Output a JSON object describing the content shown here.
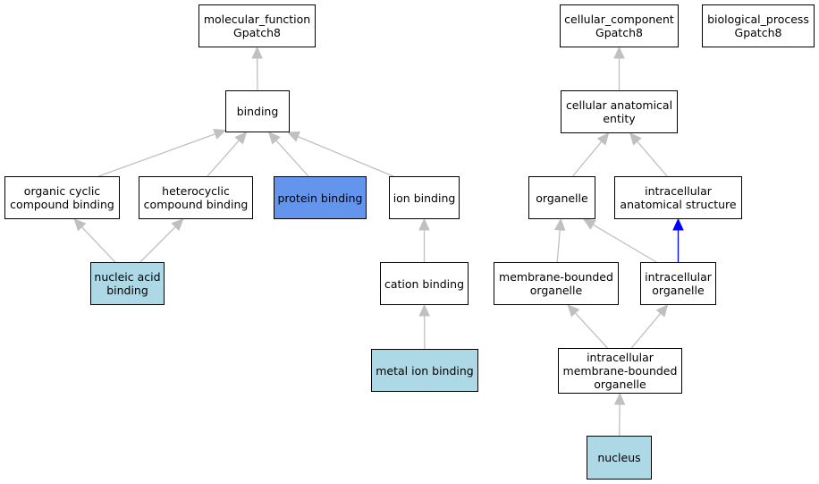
{
  "colors": {
    "default_fill": "#ffffff",
    "annotated_fill": "#add8e6",
    "highlight_fill": "#6495ed",
    "edge_is_a": "#c0c0c0",
    "edge_part_of": "#0000ff"
  },
  "nodes": {
    "mf_root": {
      "label": "molecular_function\nGpatch8",
      "fill": "white"
    },
    "binding": {
      "label": "binding",
      "fill": "white"
    },
    "organic_cyclic": {
      "label": "organic cyclic\ncompound binding",
      "fill": "white"
    },
    "heterocyclic": {
      "label": "heterocyclic\ncompound binding",
      "fill": "white"
    },
    "protein_binding": {
      "label": "protein binding",
      "fill": "highlight"
    },
    "ion_binding": {
      "label": "ion binding",
      "fill": "white"
    },
    "nucleic_acid": {
      "label": "nucleic acid\nbinding",
      "fill": "annotated"
    },
    "cation_binding": {
      "label": "cation binding",
      "fill": "white"
    },
    "metal_ion": {
      "label": "metal ion binding",
      "fill": "annotated"
    },
    "cc_root": {
      "label": "cellular_component\nGpatch8",
      "fill": "white"
    },
    "bp_root": {
      "label": "biological_process\nGpatch8",
      "fill": "white"
    },
    "cae": {
      "label": "cellular anatomical\nentity",
      "fill": "white"
    },
    "organelle": {
      "label": "organelle",
      "fill": "white"
    },
    "ias": {
      "label": "intracellular\nanatomical structure",
      "fill": "white"
    },
    "mbo": {
      "label": "membrane-bounded\norganelle",
      "fill": "white"
    },
    "io": {
      "label": "intracellular\norganelle",
      "fill": "white"
    },
    "imbo": {
      "label": "intracellular\nmembrane-bounded\norganelle",
      "fill": "white"
    },
    "nucleus": {
      "label": "nucleus",
      "fill": "annotated"
    }
  },
  "edges": [
    {
      "from": "binding",
      "to": "mf_root",
      "type": "is_a"
    },
    {
      "from": "organic_cyclic",
      "to": "binding",
      "type": "is_a"
    },
    {
      "from": "heterocyclic",
      "to": "binding",
      "type": "is_a"
    },
    {
      "from": "protein_binding",
      "to": "binding",
      "type": "is_a"
    },
    {
      "from": "ion_binding",
      "to": "binding",
      "type": "is_a"
    },
    {
      "from": "nucleic_acid",
      "to": "organic_cyclic",
      "type": "is_a"
    },
    {
      "from": "nucleic_acid",
      "to": "heterocyclic",
      "type": "is_a"
    },
    {
      "from": "cation_binding",
      "to": "ion_binding",
      "type": "is_a"
    },
    {
      "from": "metal_ion",
      "to": "cation_binding",
      "type": "is_a"
    },
    {
      "from": "cae",
      "to": "cc_root",
      "type": "is_a"
    },
    {
      "from": "organelle",
      "to": "cae",
      "type": "is_a"
    },
    {
      "from": "ias",
      "to": "cae",
      "type": "is_a"
    },
    {
      "from": "mbo",
      "to": "organelle",
      "type": "is_a"
    },
    {
      "from": "io",
      "to": "organelle",
      "type": "is_a"
    },
    {
      "from": "io",
      "to": "ias",
      "type": "part_of"
    },
    {
      "from": "imbo",
      "to": "mbo",
      "type": "is_a"
    },
    {
      "from": "imbo",
      "to": "io",
      "type": "is_a"
    },
    {
      "from": "nucleus",
      "to": "imbo",
      "type": "is_a"
    }
  ]
}
